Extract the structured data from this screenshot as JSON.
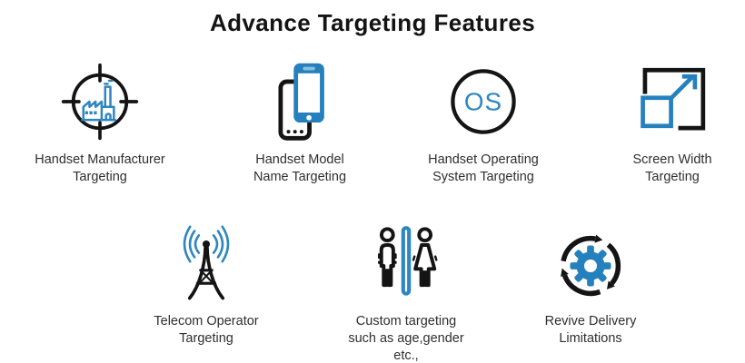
{
  "page": {
    "title": "Advance Targeting Features",
    "background": "#ffffff",
    "colors": {
      "icon_black": "#141414",
      "accent_blue": "#2581bd",
      "light_blue": "#2e86c1",
      "text": "#2f2f2f"
    }
  },
  "features": [
    {
      "name": "handset-manufacturer-targeting",
      "icon": "target-factory-icon",
      "lines": [
        "Handset Manufacturer",
        "Targeting"
      ]
    },
    {
      "name": "handset-model-name-targeting",
      "icon": "dual-smartphone-icon",
      "lines": [
        "Handset Model",
        "Name Targeting"
      ]
    },
    {
      "name": "handset-operating-system-targeting",
      "icon": "os-circle-icon",
      "icon_text": "OS",
      "lines": [
        "Handset Operating",
        "System Targeting"
      ]
    },
    {
      "name": "screen-width-targeting",
      "icon": "screen-resize-arrow-icon",
      "lines": [
        "Screen Width",
        "Targeting"
      ]
    },
    {
      "name": "telecom-operator-targeting",
      "icon": "signal-tower-icon",
      "lines": [
        "Telecom Operator",
        "Targeting"
      ]
    },
    {
      "name": "custom-targeting-age-gender",
      "icon": "male-female-divider-icon",
      "lines": [
        "Custom targeting",
        "such as age,gender",
        "etc.,"
      ]
    },
    {
      "name": "revive-delivery-limitations",
      "icon": "gear-refresh-icon",
      "lines": [
        "Revive Delivery",
        "Limitations"
      ]
    }
  ]
}
